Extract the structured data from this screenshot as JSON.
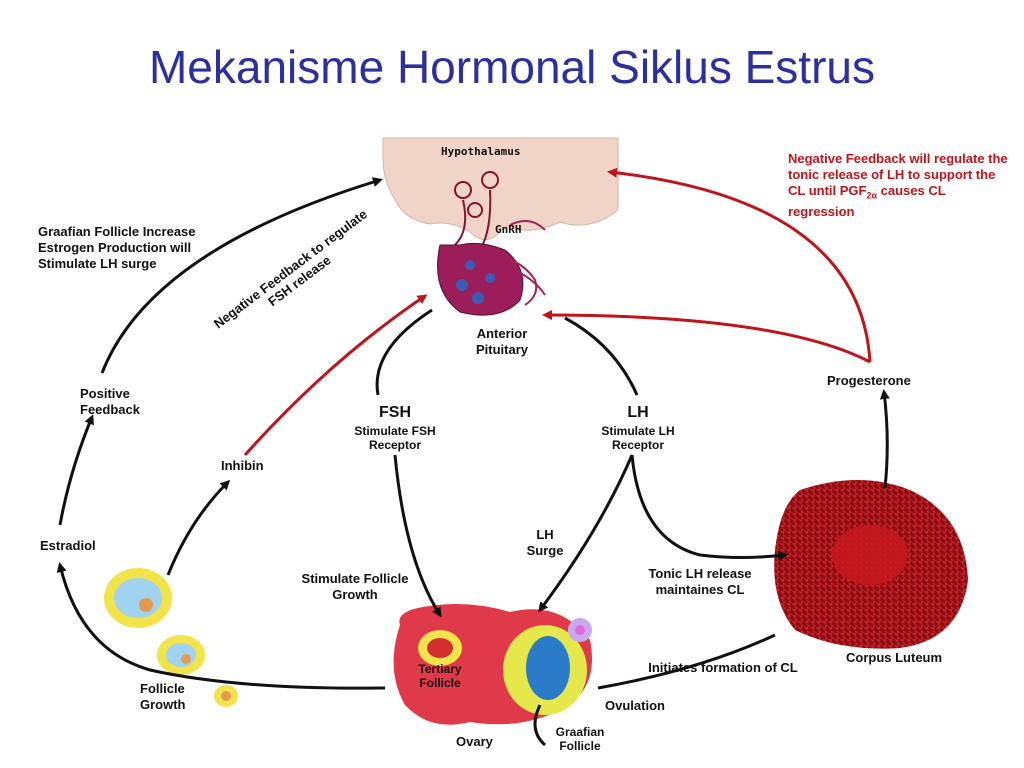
{
  "title": "Mekanisme Hormonal Siklus Estrus",
  "labels": {
    "hypothalamus": "Hypothalamus",
    "gnrh": "GnRH",
    "anterior_pituitary": "Anterior Pituitary",
    "graafian_note": "Graafian Follicle Increase Estrogen Production will Stimulate LH surge",
    "neg_fb_lh": "Negative Feedback will regulate the tonic release of LH to support the CL until PGF",
    "pgf_sub": "2α",
    "neg_fb_lh_end": "causes CL regression",
    "neg_fb_fsh": "Negative Feedback to regulate FSH release",
    "positive_feedback": "Positive Feedback",
    "fsh": "FSH",
    "fsh_sub": "Stimulate FSH Receptor",
    "lh": "LH",
    "lh_sub": "Stimulate LH Receptor",
    "progesterone": "Progesterone",
    "inhibin": "Inhibin",
    "estradiol": "Estradiol",
    "lh_surge": "LH Surge",
    "stimulate_follicle_growth": "Stimulate Follicle Growth",
    "tonic_lh": "Tonic LH release maintaines CL",
    "tertiary_follicle": "Tertiary Follicle",
    "ovary": "Ovary",
    "graafian_follicle": "Graafian Follicle",
    "ovulation": "Ovulation",
    "initiates_cl": "Initiates formation of CL",
    "corpus_luteum": "Corpus Luteum",
    "follicle_growth": "Follicle Growth"
  },
  "colors": {
    "title": "#2b2fa0",
    "feedback_arrow": "#c0141a",
    "arrow": "#111111"
  }
}
